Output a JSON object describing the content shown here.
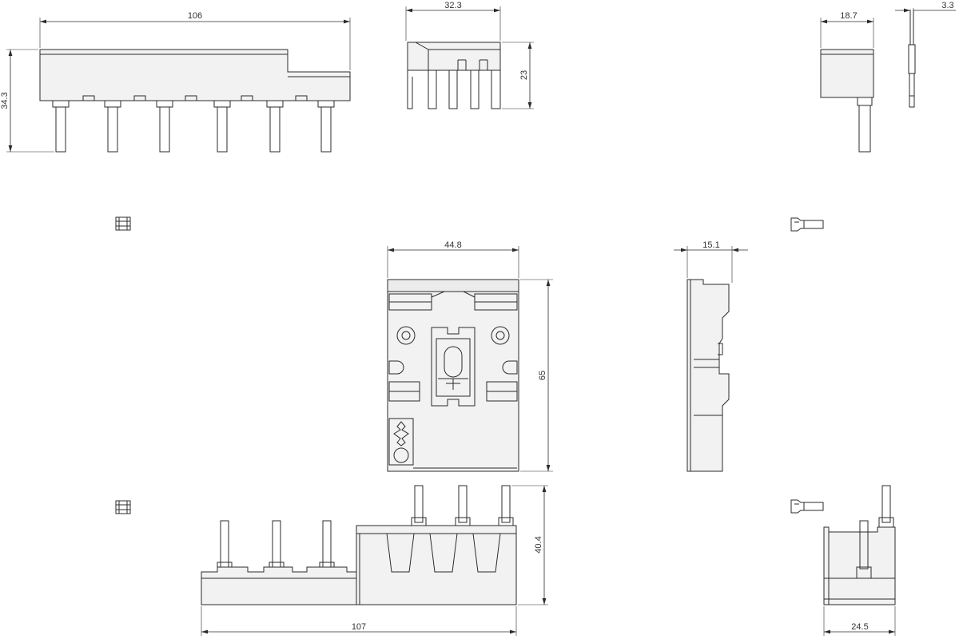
{
  "dimensions": {
    "d106": "106",
    "d34_3": "34.3",
    "d32_3": "32.3",
    "d23": "23",
    "d18_7": "18.7",
    "d3_3": "3.3",
    "d44_8": "44.8",
    "d65": "65",
    "d15_1": "15.1",
    "d40_4": "40.4",
    "d107": "107",
    "d24_5": "24.5"
  }
}
